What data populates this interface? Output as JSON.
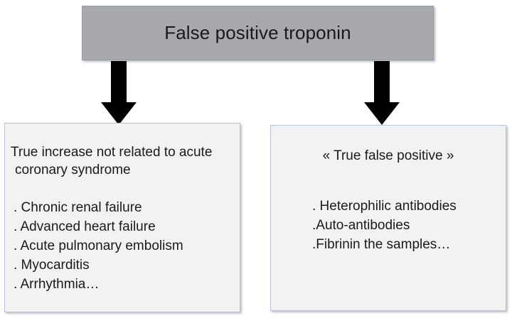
{
  "diagram": {
    "type": "flowchart",
    "title_box": {
      "label": "False positive troponin",
      "fill_color": "#a7a9ac",
      "text_color": "#1a1a1a"
    },
    "connectors": [
      {
        "name": "arrow-to-left-branch",
        "direction": "down",
        "color": "#000000"
      },
      {
        "name": "arrow-to-right-branch",
        "direction": "down",
        "color": "#000000"
      }
    ],
    "branches": [
      {
        "id": "left",
        "heading_line_1": "True increase not related to acute",
        "heading_line_2": "coronary syndrome",
        "items": [
          ". Chronic renal failure",
          ". Advanced heart failure",
          ". Acute pulmonary embolism",
          ". Myocarditis",
          ". Arrhythmia…"
        ],
        "fill_color": "#f2f2f2",
        "border_color": "#b8c4d4"
      },
      {
        "id": "right",
        "heading": "« True false positive »",
        "items": [
          ". Heterophilic antibodies",
          ".Auto-antibodies",
          ".Fibrinin the samples…"
        ],
        "fill_color": "#f2f2f2",
        "border_color": "#b8c4d4"
      }
    ],
    "background_color": "#ffffff"
  }
}
